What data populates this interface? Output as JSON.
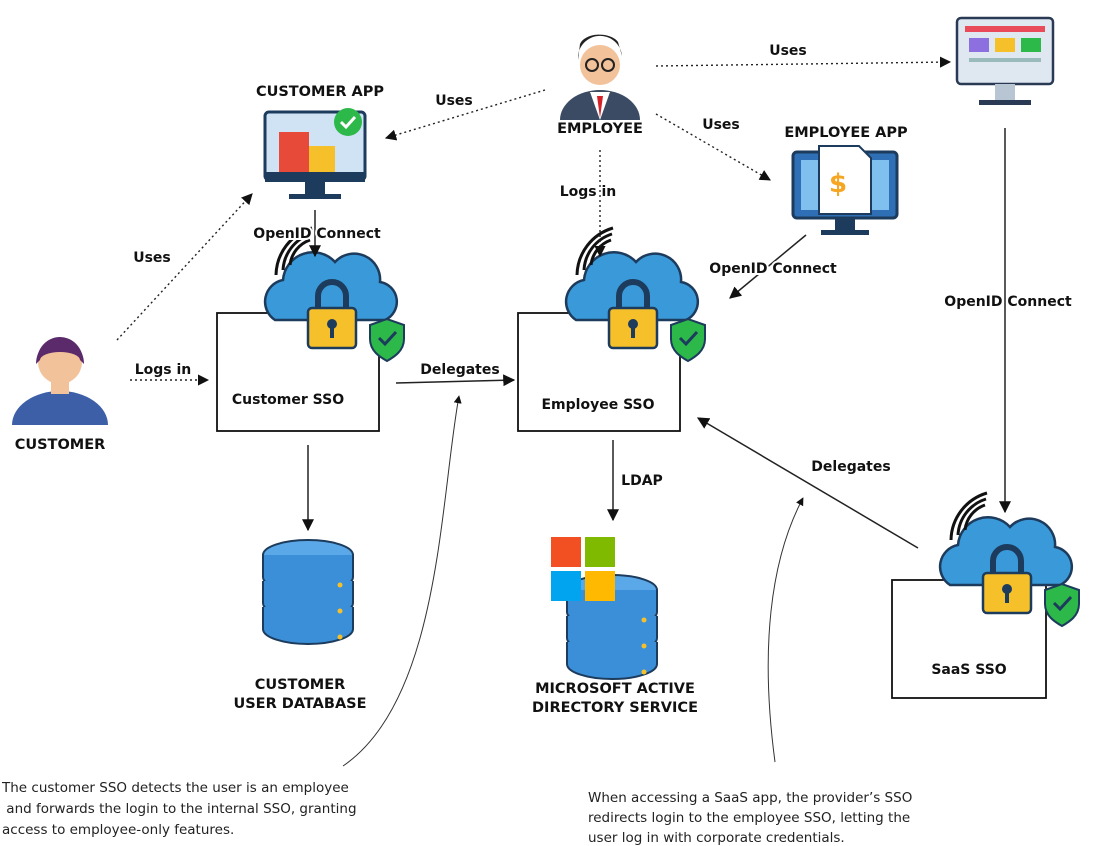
{
  "actors": {
    "employee": "EMPLOYEE",
    "customer": "CUSTOMER"
  },
  "apps": {
    "customer_app": "CUSTOMER APP",
    "employee_app": "EMPLOYEE APP"
  },
  "sso": {
    "customer": "Customer SSO",
    "employee": "Employee SSO",
    "saas": "SaaS SSO"
  },
  "stores": {
    "customer_db": [
      "CUSTOMER",
      "USER DATABASE"
    ],
    "ad": [
      "MICROSOFT ACTIVE",
      "DIRECTORY SERVICE"
    ]
  },
  "edges": {
    "emp_uses_customer_app": "Uses",
    "emp_uses_saas": "Uses",
    "emp_uses_employee_app": "Uses",
    "emp_logs_in": "Logs in",
    "customer_app_oidc": "OpenID Connect",
    "employee_app_oidc": "OpenID Connect",
    "saas_oidc": "OpenID Connect",
    "customer_uses": "Uses",
    "customer_logs_in": "Logs in",
    "customer_sso_delegates": "Delegates",
    "saas_delegates": "Delegates",
    "ldap": "LDAP"
  },
  "notes": {
    "left": [
      "The customer SSO detects the user is an employee",
      " and forwards the login to the internal SSO, granting",
      "access to employee-only features."
    ],
    "right": [
      "When accessing a SaaS app, the provider’s SSO",
      "redirects login to the employee SSO, letting the",
      "user log in with corporate credentials."
    ]
  },
  "colors": {
    "cloud": "#3a9ad9",
    "lock": "#f5c02a",
    "shield": "#2db84a",
    "monitor": "#2f6fb5"
  }
}
